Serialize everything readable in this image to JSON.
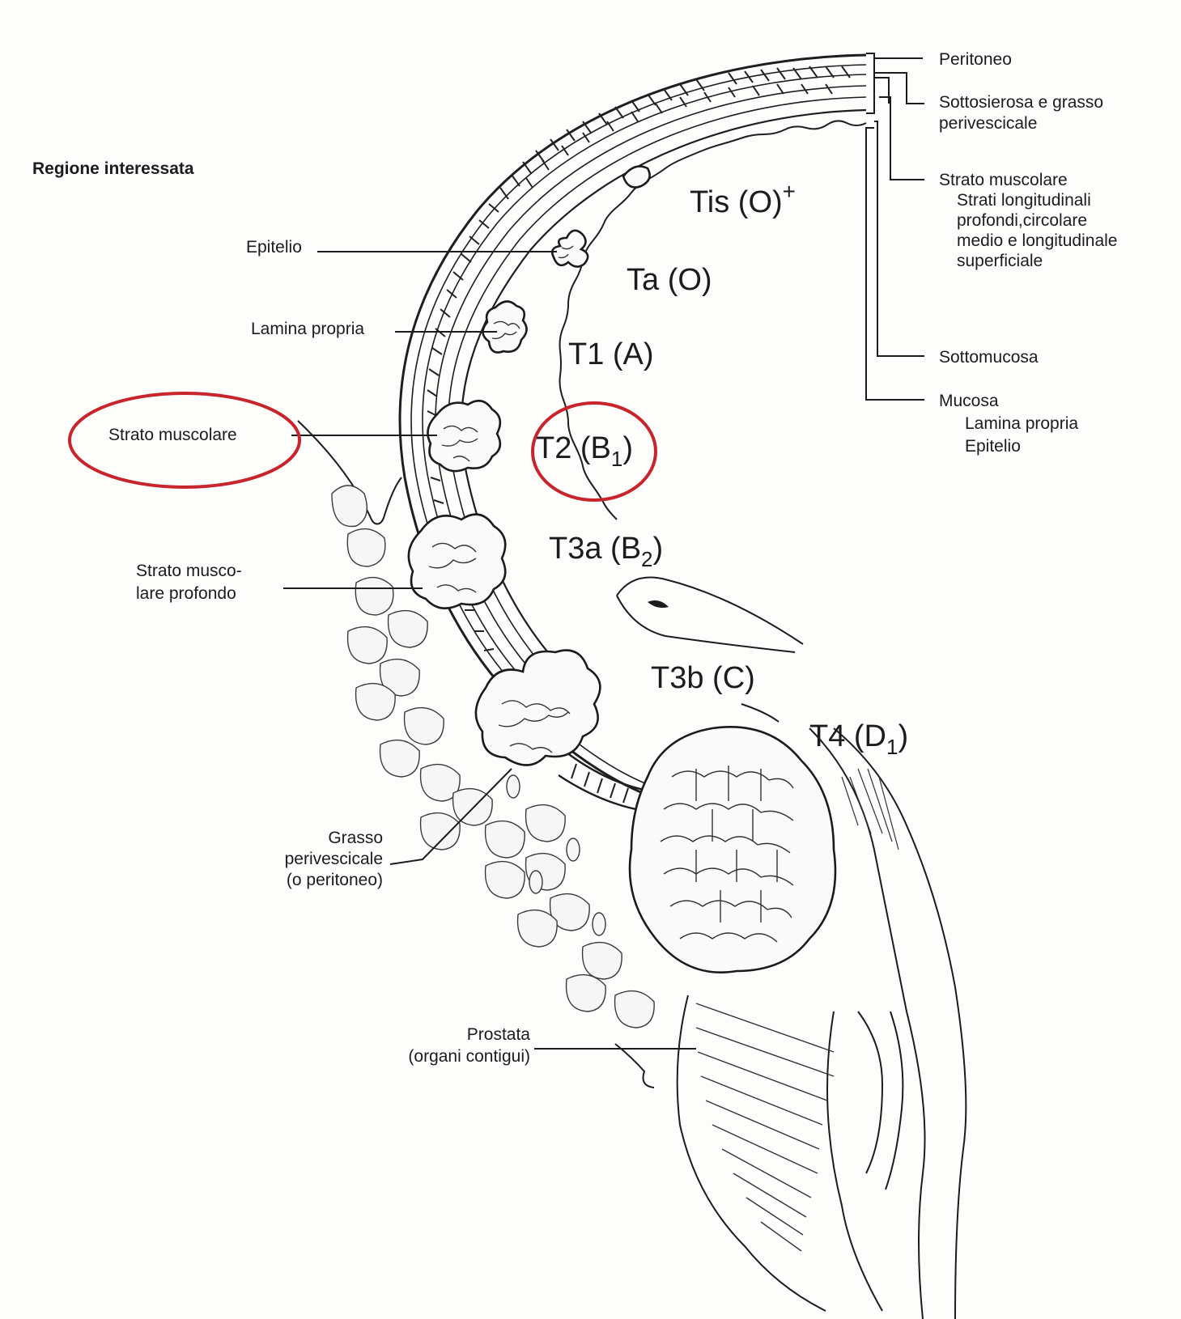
{
  "title": "Regione interessata",
  "left_labels": {
    "epitelio": "Epitelio",
    "lamina_propria": "Lamina propria",
    "strato_muscolare": "Strato muscolare",
    "strato_profondo_1": "Strato musco-",
    "strato_profondo_2": "lare profondo",
    "grasso_1": "Grasso",
    "grasso_2": "perivescicale",
    "grasso_3": "(o peritoneo)",
    "prostata_1": "Prostata",
    "prostata_2": "(organi contigui)"
  },
  "right_labels": {
    "peritoneo": "Peritoneo",
    "sottosierosa_1": "Sottosierosa e grasso",
    "sottosierosa_2": "perivescicale",
    "muscolare_title": "Strato muscolare",
    "muscolare_1": "Strati longitudinali",
    "muscolare_2": "profondi,circolare",
    "muscolare_3": "medio e longitudinale",
    "muscolare_4": "superficiale",
    "sottomucosa": "Sottomucosa",
    "mucosa_title": "Mucosa",
    "mucosa_1": "Lamina propria",
    "mucosa_2": "Epitelio"
  },
  "stages": {
    "tis": "Tis (O)",
    "tis_sup": "+",
    "ta": "Ta (O)",
    "t1": "T1 (A)",
    "t2_main": "T2 (B",
    "t2_sub": "1",
    "t2_close": ")",
    "t3a_main": "T3a (B",
    "t3a_sub": "2",
    "t3a_close": ")",
    "t3b": "T3b (C)",
    "t4_main": "T4 (D",
    "t4_sub": "1",
    "t4_close": ")"
  },
  "highlight_color": "#c8242c"
}
